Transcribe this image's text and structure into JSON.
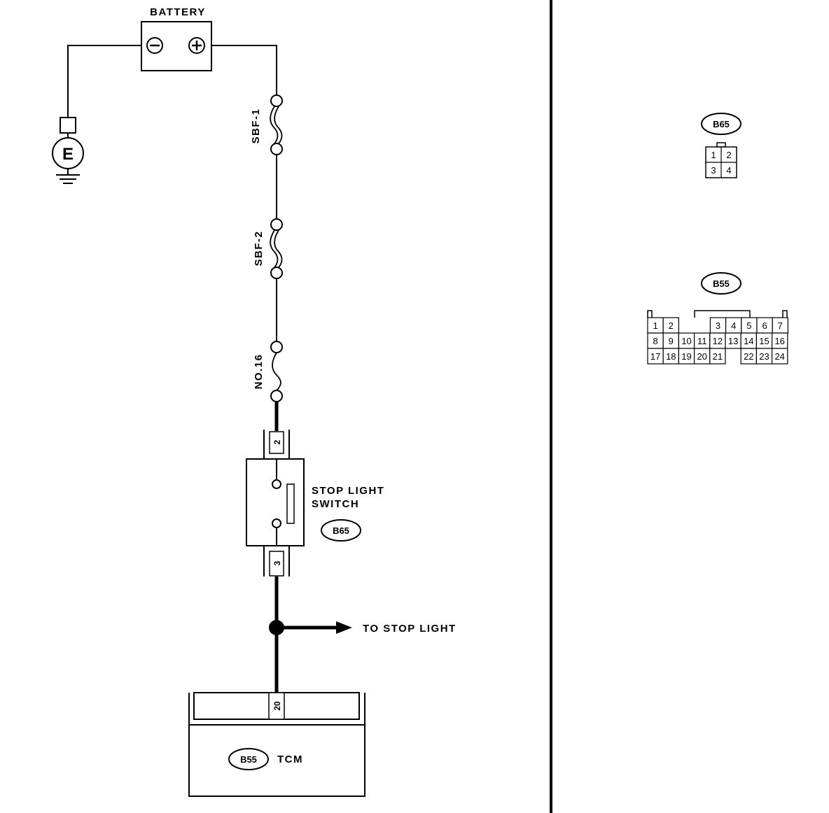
{
  "battery": {
    "label": "BATTERY",
    "minus_symbol": "⊖",
    "plus_symbol": "⊕"
  },
  "ground": {
    "label": "E"
  },
  "fuses": [
    {
      "label": "SBF-1"
    },
    {
      "label": "SBF-2"
    },
    {
      "label": "NO.16"
    }
  ],
  "stop_light_switch": {
    "label_line1": "STOP LIGHT",
    "label_line2": "SWITCH",
    "connector": "B65",
    "pin_top": "2",
    "pin_bottom": "3"
  },
  "branch": {
    "label": "TO STOP LIGHT"
  },
  "tcm": {
    "label": "TCM",
    "connector": "B55",
    "pin": "20"
  },
  "connector_b65": {
    "name": "B65",
    "rows": [
      [
        "1",
        "2"
      ],
      [
        "3",
        "4"
      ]
    ]
  },
  "connector_b55": {
    "name": "B55",
    "rows": [
      [
        "1",
        "2",
        "",
        "3",
        "4",
        "5",
        "6",
        "7"
      ],
      [
        "8",
        "9",
        "10",
        "11",
        "12",
        "13",
        "14",
        "15",
        "16"
      ],
      [
        "17",
        "18",
        "19",
        "20",
        "21",
        "",
        "22",
        "23",
        "24"
      ]
    ]
  }
}
